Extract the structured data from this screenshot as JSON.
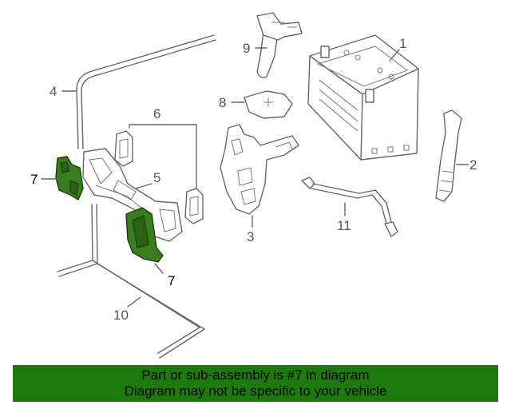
{
  "callouts": {
    "c1": "1",
    "c2": "2",
    "c3": "3",
    "c4": "4",
    "c5": "5",
    "c6": "6",
    "c7a": "7",
    "c7b": "7",
    "c8": "8",
    "c9": "9",
    "c10": "10",
    "c11": "11"
  },
  "highlight_part": "7",
  "colors": {
    "banner_bg": "#1e7a0c",
    "highlight_fill": "#3a7d1e",
    "line": "#666666"
  },
  "banner": {
    "line1": "Part or sub-assembly is #7 in diagram",
    "line2": "Diagram may not be specific to your vehicle"
  }
}
